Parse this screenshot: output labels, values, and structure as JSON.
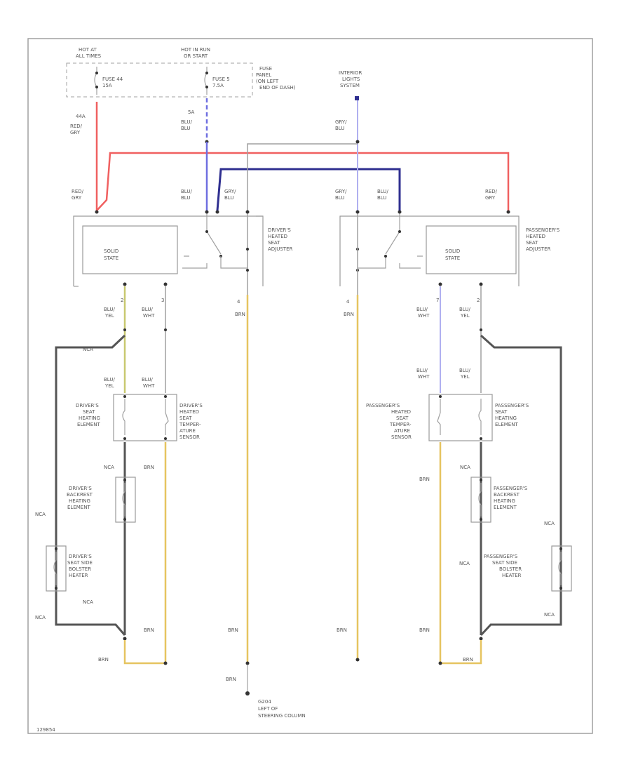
{
  "labels": {
    "hot_at_all_times": [
      "HOT AT",
      "ALL TIMES"
    ],
    "hot_in_run": [
      "HOT IN RUN",
      "OR START"
    ],
    "fuse44": [
      "FUSE 44",
      "15A"
    ],
    "fuse5": [
      "FUSE 5",
      "7.5A"
    ],
    "fuse_panel": [
      "FUSE",
      "PANEL",
      "(ON LEFT",
      "END OF DASH)"
    ],
    "interior_lights_system": [
      "INTERIOR",
      "LIGHTS",
      "SYSTEM"
    ],
    "wire_44a": "44A",
    "wire_5a": "5A",
    "red_gry": [
      "RED/",
      "GRY"
    ],
    "blu_blu": [
      "BLU/",
      "BLU"
    ],
    "gry_blu": [
      "GRY/",
      "BLU"
    ],
    "drivers_adjuster": [
      "DRIVER'S",
      "HEATED",
      "SEAT",
      "ADJUSTER"
    ],
    "passengers_adjuster": [
      "PASSENGER'S",
      "HEATED",
      "SEAT",
      "ADJUSTER"
    ],
    "solid_state": [
      "SOLID",
      "STATE"
    ],
    "pin2": "2",
    "pin3": "3",
    "pin4": "4",
    "pin7": "7",
    "blu_yel": [
      "BLU/",
      "YEL"
    ],
    "blu_wht": [
      "BLU/",
      "WHT"
    ],
    "brn": "BRN",
    "nca": "NCA",
    "drivers_seat_element": [
      "DRIVER'S",
      "SEAT",
      "HEATING",
      "ELEMENT"
    ],
    "drivers_temp_sensor": [
      "DRIVER'S",
      "HEATED",
      "SEAT",
      "TEMPER-",
      "ATURE",
      "SENSOR"
    ],
    "drivers_backrest": [
      "DRIVER'S",
      "BACKREST",
      "HEATING",
      "ELEMENT"
    ],
    "drivers_bolster": [
      "DRIVER'S",
      "SEAT SIDE",
      "BOLSTER",
      "HEATER"
    ],
    "passengers_temp_sensor": [
      "PASSENGER'S",
      "HEATED",
      "SEAT",
      "TEMPER-",
      "ATURE",
      "SENSOR"
    ],
    "passengers_seat_element": [
      "PASSENGER'S",
      "SEAT",
      "HEATING",
      "ELEMENT"
    ],
    "passengers_backrest": [
      "PASSENGER'S",
      "BACKREST",
      "HEATING",
      "ELEMENT"
    ],
    "passengers_bolster": [
      "PASSENGER'S",
      "SEAT SIDE",
      "BOLSTER",
      "HEATER"
    ],
    "ground": [
      "G204",
      "LEFT OF",
      "STEERING COLUMN"
    ],
    "diagram_id": "129854"
  },
  "colors": {
    "red": "#f06060",
    "blue": "#6f6fe0",
    "navy": "#2f2f90",
    "light_blue": "#b0b0f0",
    "yellow": "#e6c460",
    "gray": "#555555"
  }
}
